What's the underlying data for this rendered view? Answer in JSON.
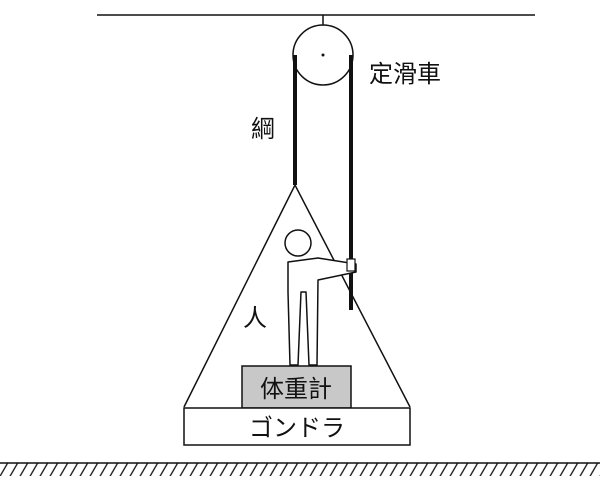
{
  "labels": {
    "pulley": "定滑車",
    "rope": "綱",
    "person": "人",
    "scale": "体重計",
    "gondola": "ゴンドラ"
  },
  "colors": {
    "line": "#111111",
    "scale_fill": "#c8c8c8",
    "background": "#ffffff"
  }
}
